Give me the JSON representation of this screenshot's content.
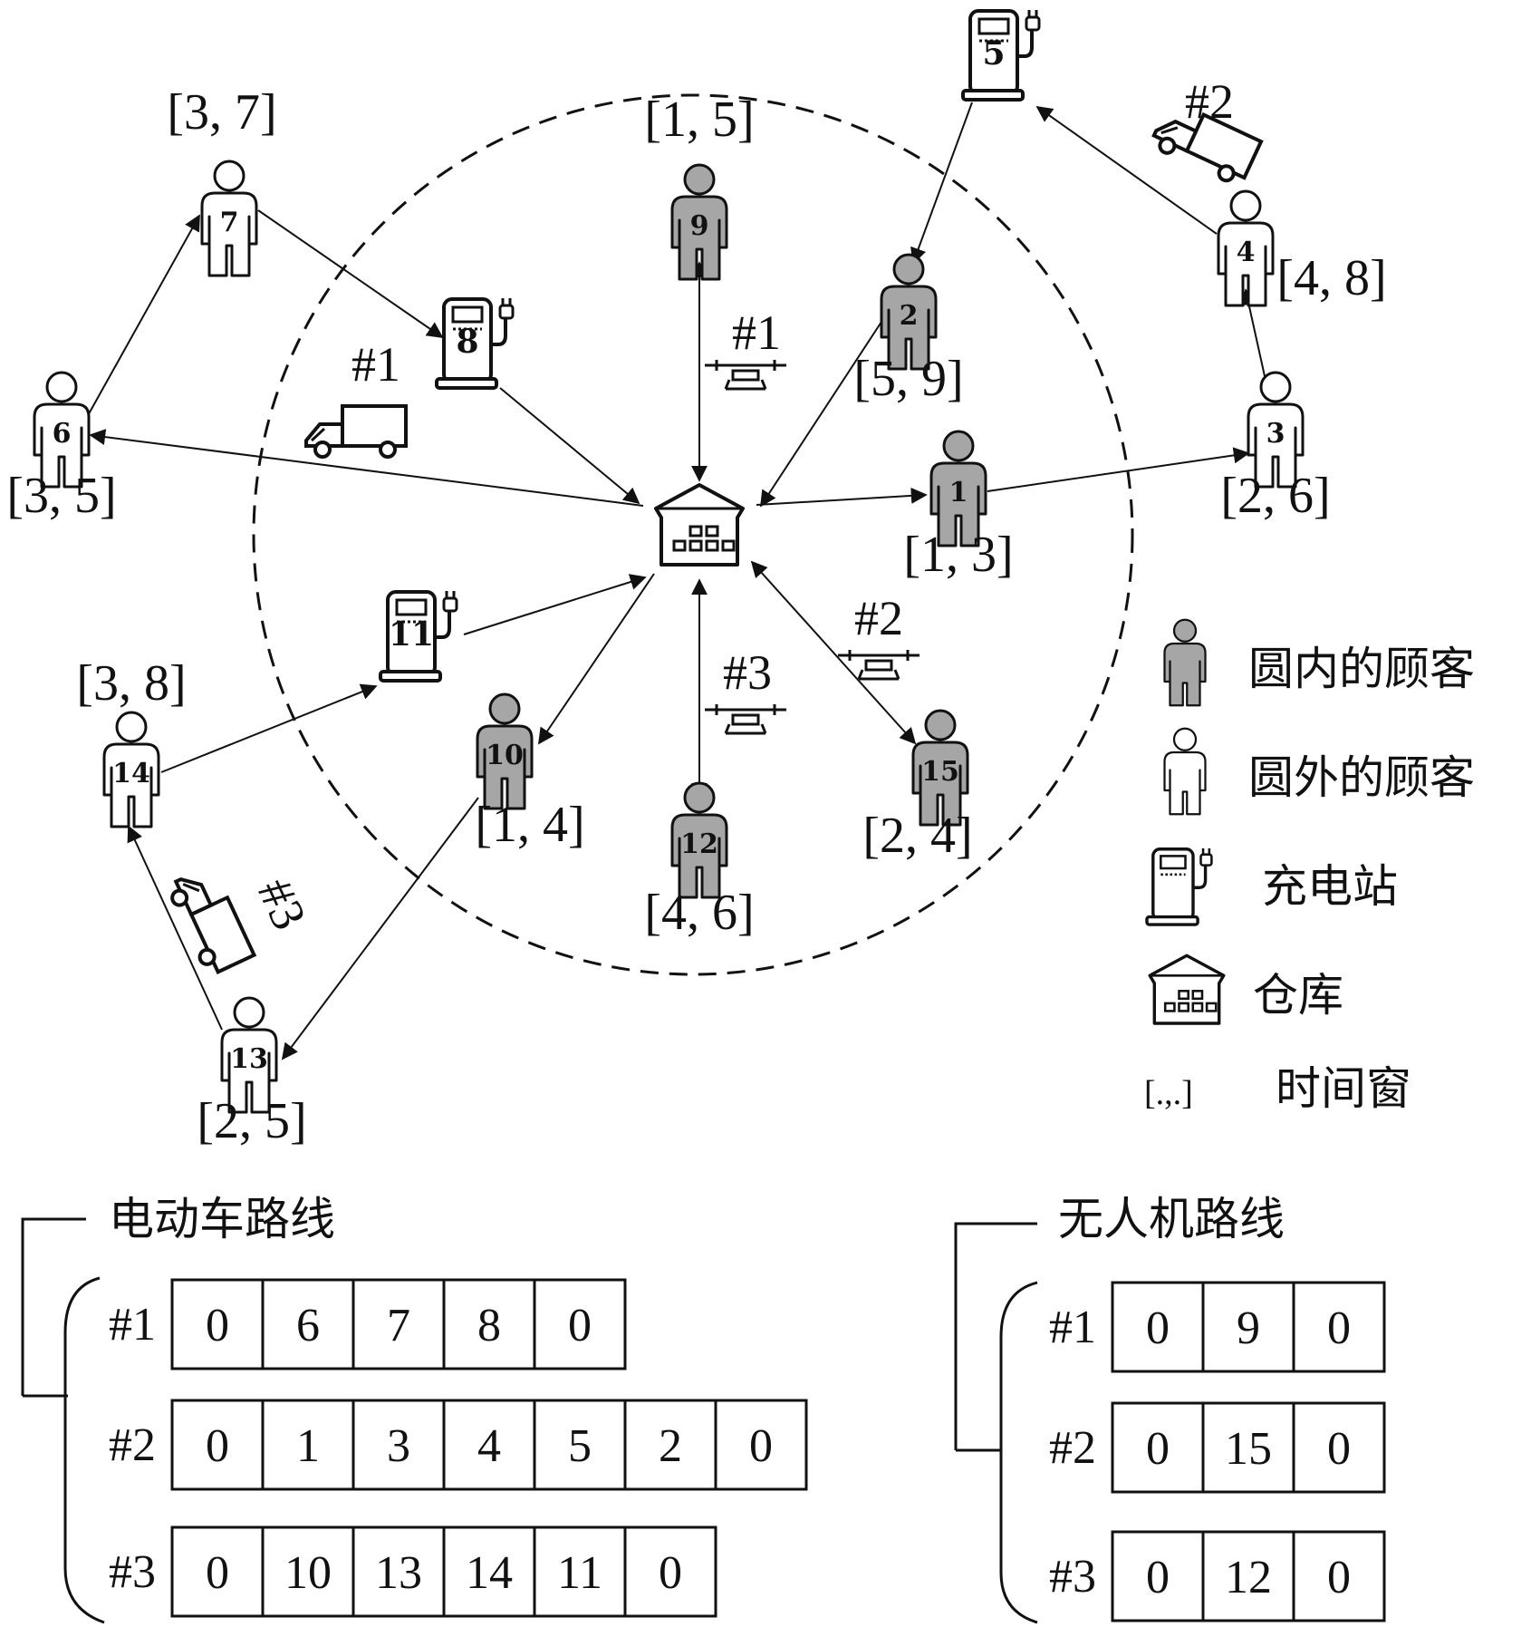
{
  "customers": [
    {
      "id": "1",
      "type": "inside",
      "tw": "[1, 3]"
    },
    {
      "id": "2",
      "type": "inside",
      "tw": "[5, 9]"
    },
    {
      "id": "3",
      "type": "outside",
      "tw": "[2, 6]"
    },
    {
      "id": "4",
      "type": "outside",
      "tw": "[4, 8]"
    },
    {
      "id": "6",
      "type": "outside",
      "tw": "[3, 5]"
    },
    {
      "id": "7",
      "type": "outside",
      "tw": "[3, 7]"
    },
    {
      "id": "9",
      "type": "inside",
      "tw": "[1, 5]"
    },
    {
      "id": "10",
      "type": "inside",
      "tw": "[1, 4]"
    },
    {
      "id": "12",
      "type": "inside",
      "tw": "[4, 6]"
    },
    {
      "id": "13",
      "type": "outside",
      "tw": "[2, 5]"
    },
    {
      "id": "14",
      "type": "outside",
      "tw": "[3, 8]"
    },
    {
      "id": "15",
      "type": "inside",
      "tw": "[2, 4]"
    }
  ],
  "stations": [
    {
      "id": "5"
    },
    {
      "id": "8"
    },
    {
      "id": "11"
    }
  ],
  "vehicle_labels": [
    "#1",
    "#2",
    "#3"
  ],
  "drone_labels": [
    "#1",
    "#2",
    "#3"
  ],
  "legend": {
    "inside": "圆内的顾客",
    "outside": "圆外的顾客",
    "station": "充电站",
    "depot": "仓库",
    "tw_symbol": "[.,.]",
    "tw": "时间窗"
  },
  "ev_routes": {
    "title": "电动车路线",
    "routes": [
      {
        "label": "#1",
        "nodes": [
          "0",
          "6",
          "7",
          "8",
          "0"
        ]
      },
      {
        "label": "#2",
        "nodes": [
          "0",
          "1",
          "3",
          "4",
          "5",
          "2",
          "0"
        ]
      },
      {
        "label": "#3",
        "nodes": [
          "0",
          "10",
          "13",
          "14",
          "11",
          "0"
        ]
      }
    ]
  },
  "drone_routes": {
    "title": "无人机路线",
    "routes": [
      {
        "label": "#1",
        "nodes": [
          "0",
          "9",
          "0"
        ]
      },
      {
        "label": "#2",
        "nodes": [
          "0",
          "15",
          "0"
        ]
      },
      {
        "label": "#3",
        "nodes": [
          "0",
          "12",
          "0"
        ]
      }
    ]
  },
  "colors": {
    "inside_fill": "#a6a6a6",
    "outside_fill": "#ffffff",
    "stroke": "#111111"
  }
}
